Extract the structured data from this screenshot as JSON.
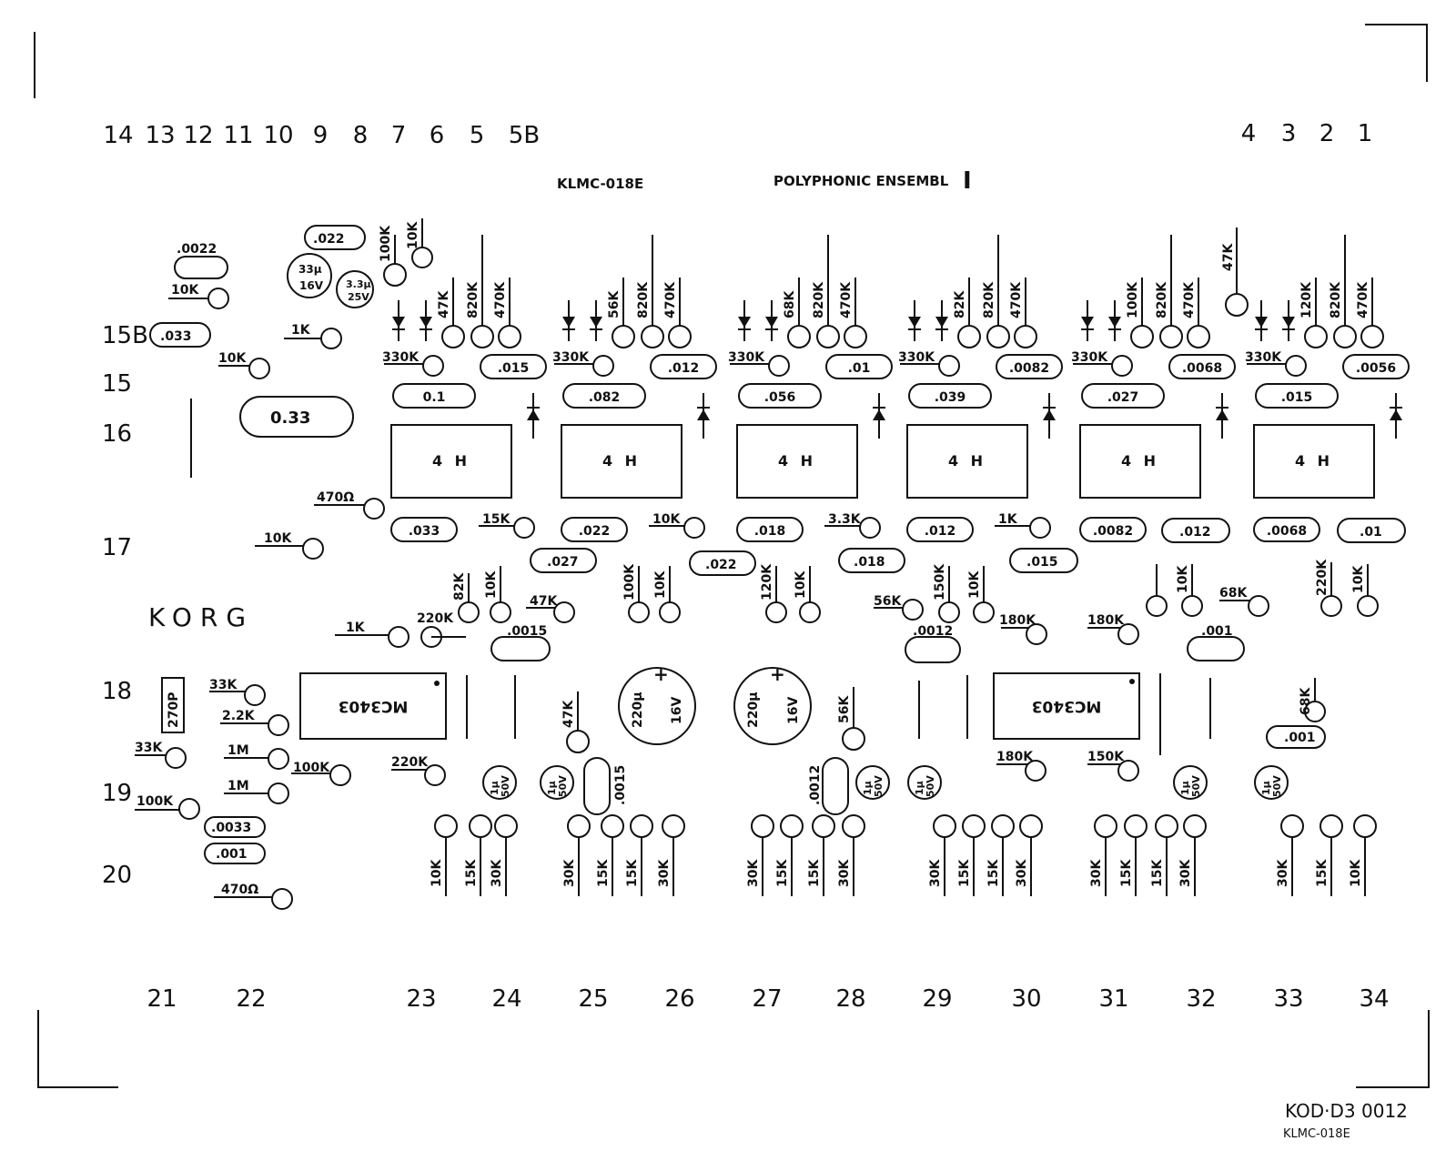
{
  "title_left": "KLMC-018E",
  "title_right": "POLYPHONIC ENSEMBL",
  "title_numeral": "I",
  "brand": "KORG",
  "footer_code": "KOD·D3 0012",
  "footer_sub": "KLMC-018E",
  "pins_top_left": [
    "14",
    "13",
    "12",
    "11",
    "10",
    "9",
    "8",
    "7",
    "6",
    "5",
    "5B"
  ],
  "pins_top_right": [
    "4",
    "3",
    "2",
    "1"
  ],
  "pins_left": [
    "15B",
    "15",
    "16",
    "17",
    "18",
    "19",
    "20"
  ],
  "pins_bottom": [
    "21",
    "22",
    "23",
    "24",
    "25",
    "26",
    "27",
    "28",
    "29",
    "30",
    "31",
    "32",
    "33",
    "34"
  ],
  "ic_4h": "4 H",
  "ic_mc3403": "MC3403",
  "filter_stages": [
    {
      "r1": "47K",
      "r2": "820K",
      "r3": "470K",
      "r_in": "330K",
      "c_top": ".015",
      "c_big": "0.1",
      "c_bot1": ".033",
      "r_bot": "15K"
    },
    {
      "r1": "56K",
      "r2": "820K",
      "r3": "470K",
      "r_in": "330K",
      "c_top": ".012",
      "c_big": ".082",
      "c_bot1": ".022",
      "r_bot": "10K"
    },
    {
      "r1": "68K",
      "r2": "820K",
      "r3": "470K",
      "r_in": "330K",
      "c_top": ".01",
      "c_big": ".056",
      "c_bot1": ".018",
      "r_bot": "3.3K"
    },
    {
      "r1": "82K",
      "r2": "820K",
      "r3": "470K",
      "r_in": "330K",
      "c_top": ".0082",
      "c_big": ".039",
      "c_bot1": ".012",
      "r_bot": "1K"
    },
    {
      "r1": "100K",
      "r2": "820K",
      "r3": "470K",
      "r_in": "330K",
      "c_top": ".0068",
      "c_big": ".027",
      "c_bot1": ".0082",
      "r_bot": ""
    },
    {
      "r1": "120K",
      "r2": "820K",
      "r3": "470K",
      "r_in": "330K",
      "c_top": ".0056",
      "c_big": ".015",
      "c_bot1": ".0068",
      "r_bot": ""
    }
  ],
  "misc": {
    "c0022": ".0022",
    "c022": ".022",
    "r10k_a": "10K",
    "r100k_a": "100K",
    "r10k_b": "10K",
    "cap33": "33μ",
    "cap33v": "16V",
    "cap33b": "3.3μ",
    "cap33bv": "25V",
    "c033_15b": ".033",
    "r1k_15b": "1K",
    "r10k_15": "10K",
    "c033": "0.33",
    "r470": "470Ω",
    "r10k_17": "10K",
    "r47k_top": "47K",
    "c027": ".027",
    "c022b": ".022",
    "c018b": ".018",
    "c015b": ".015",
    "c012r": ".012",
    "c01r": ".01",
    "r82k": "82K",
    "r10k_c1": "10K",
    "r47k_c": "47K",
    "r100k_c": "100K",
    "r10k_c2": "10K",
    "r120k": "120K",
    "r10k_c3": "10K",
    "r56k": "56K",
    "r150k": "150K",
    "r10k_c4": "10K",
    "r180k_a": "180K",
    "r180k_b": "180K",
    "r10k_c5": "10K",
    "r68k_a": "68K",
    "r220k_b": "220K",
    "r10k_c6": "10K",
    "r1k_mid": "1K",
    "r220k_mid": "220K",
    "c0015": ".0015",
    "c0012": ".0012",
    "r150k_mid": "150K",
    "c001": ".001",
    "c270p": "270P",
    "r33k_a": "33K",
    "r22k": "2.2K",
    "r33k_b": "33K",
    "r1m_a": "1M",
    "r100k_l": "100K",
    "r1m_b": "1M",
    "r100k_l2": "100K",
    "c0033": ".0033",
    "c001b": ".001",
    "r470_b": "470Ω",
    "r220k_l": "220K",
    "r47k_m": "47K",
    "c0015v": ".0015",
    "cap220a": "220μ",
    "cap220av": "16V",
    "cap220b": "220μ",
    "cap220bv": "16V",
    "r56k_m": "56K",
    "c0012v": ".0012",
    "r180k_m": "180K",
    "r150k_m": "150K",
    "r68k_r": "68K",
    "c001r": ".001",
    "cap1": "1μ",
    "cap1v": "50V",
    "bottom_rows": [
      [
        "10K",
        "15K",
        "30K"
      ],
      [
        "30K",
        "15K",
        "15K",
        "30K"
      ],
      [
        "30K",
        "15K",
        "15K",
        "30K"
      ],
      [
        "30K",
        "15K",
        "15K",
        "30K"
      ],
      [
        "30K",
        "15K",
        "15K",
        "30K"
      ],
      [
        "30K",
        "15K",
        "10K"
      ]
    ]
  }
}
